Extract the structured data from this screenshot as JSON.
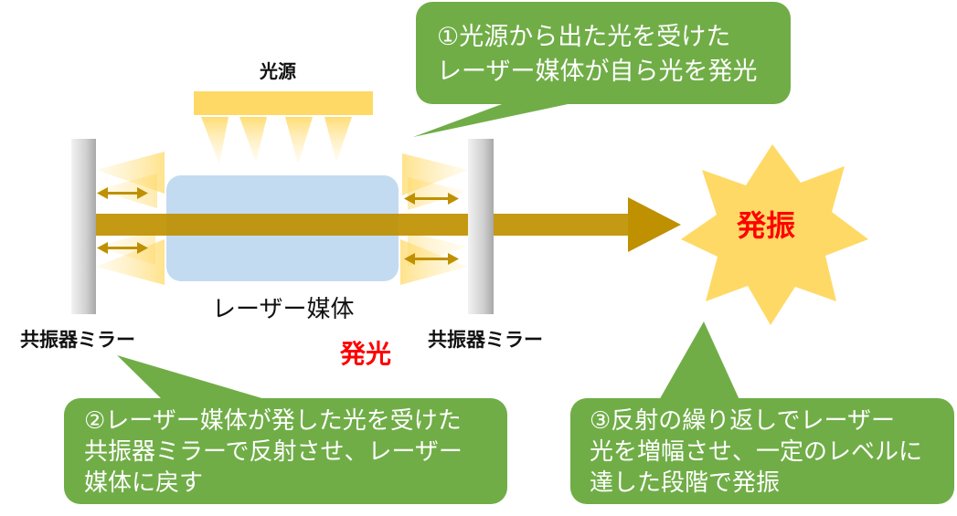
{
  "light_source": {
    "label": "光源"
  },
  "laser_medium": {
    "label": "レーザー媒体"
  },
  "mirror_left": {
    "label": "共振器ミラー"
  },
  "mirror_right": {
    "label": "共振器ミラー"
  },
  "emission": {
    "label": "発光"
  },
  "oscillation": {
    "label": "発振"
  },
  "callouts": [
    {
      "text": "①光源から出た光を受けた\nレーザー媒体が自ら光を発光"
    },
    {
      "text": "②レーザー媒体が発した光を受けた\n共振器ミラーで反射させ、レーザー\n媒体に戻す"
    },
    {
      "text": "③反射の繰り返しでレーザー\n光を増幅させ、一定のレベルに\n達した段階で発振"
    }
  ],
  "colors": {
    "callout_fill": "#70ad47",
    "light_yellow": "#ffd966",
    "arrow_gold": "#bf9000",
    "medium_blue": "#bdd7ee",
    "accent_red": "#ff0000"
  }
}
